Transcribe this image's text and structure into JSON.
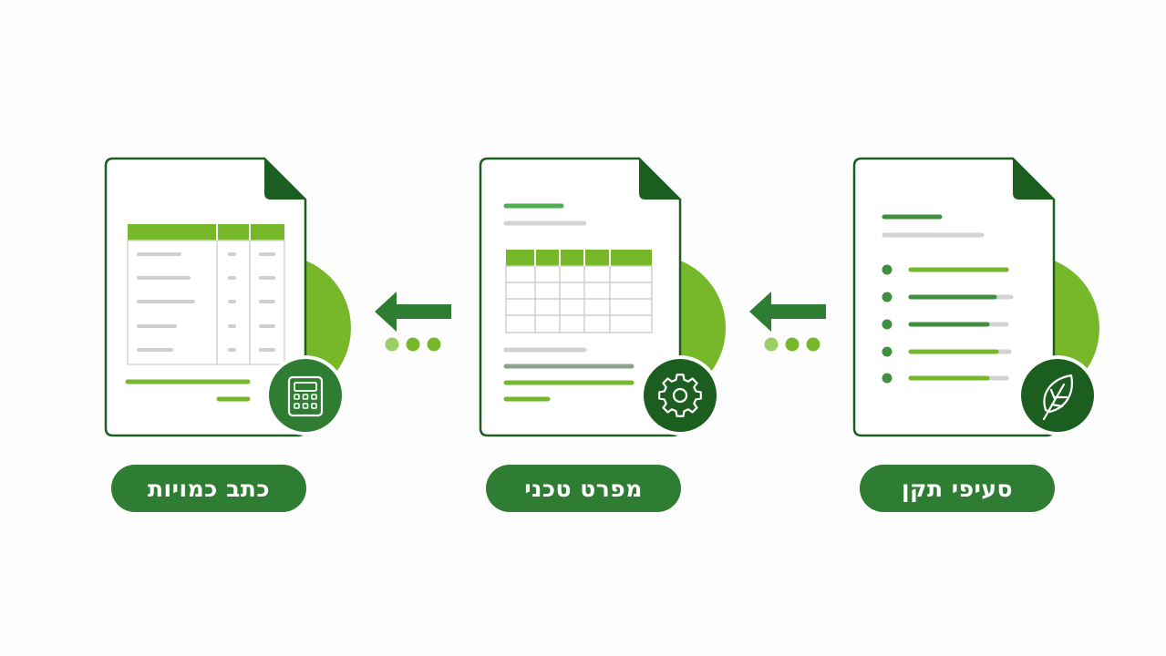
{
  "steps": [
    {
      "label": "כתב כמויות",
      "icon": "calculator-icon"
    },
    {
      "label": "מפרט טכני",
      "icon": "gear-icon"
    },
    {
      "label": "סעיפי תקן",
      "icon": "leaf-icon"
    }
  ],
  "flow_direction": "right-to-left",
  "colors": {
    "dark_green": "#2e7d32",
    "darker_green": "#1b5e20",
    "accent_green": "#76b82a",
    "light_green": "#9ccc65",
    "grey_line": "#d0d0d0"
  }
}
